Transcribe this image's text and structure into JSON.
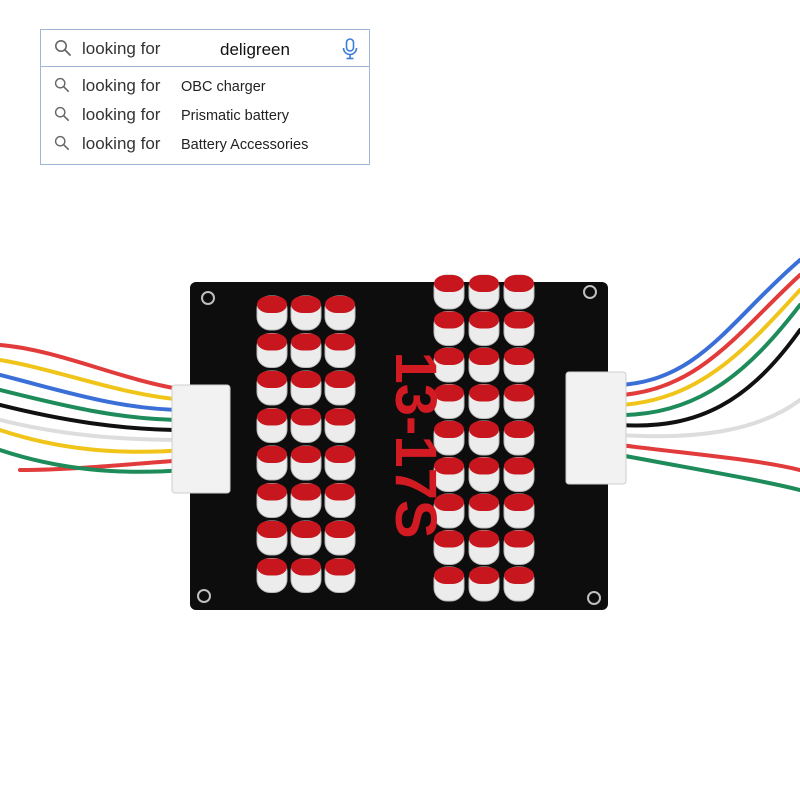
{
  "search": {
    "prefix": "looking for",
    "value": "deligreen",
    "suggestions": [
      {
        "prefix": "looking for",
        "text": "OBC charger"
      },
      {
        "prefix": "looking for",
        "text": "Prismatic battery"
      },
      {
        "prefix": "looking for",
        "text": "Battery Accessories"
      }
    ],
    "icons": {
      "search": "search-icon",
      "mic": "microphone-icon"
    },
    "accent": "#3b7dd8"
  },
  "product": {
    "board_label": "13-17S",
    "board_color": "#0d0d0d",
    "label_color": "#d11a22",
    "capacitor_color": "#c8161e",
    "wire_colors": [
      "#e23b3b",
      "#f0c419",
      "#3b6fd8",
      "#1e8c5a",
      "#111111",
      "#ffffff"
    ]
  }
}
